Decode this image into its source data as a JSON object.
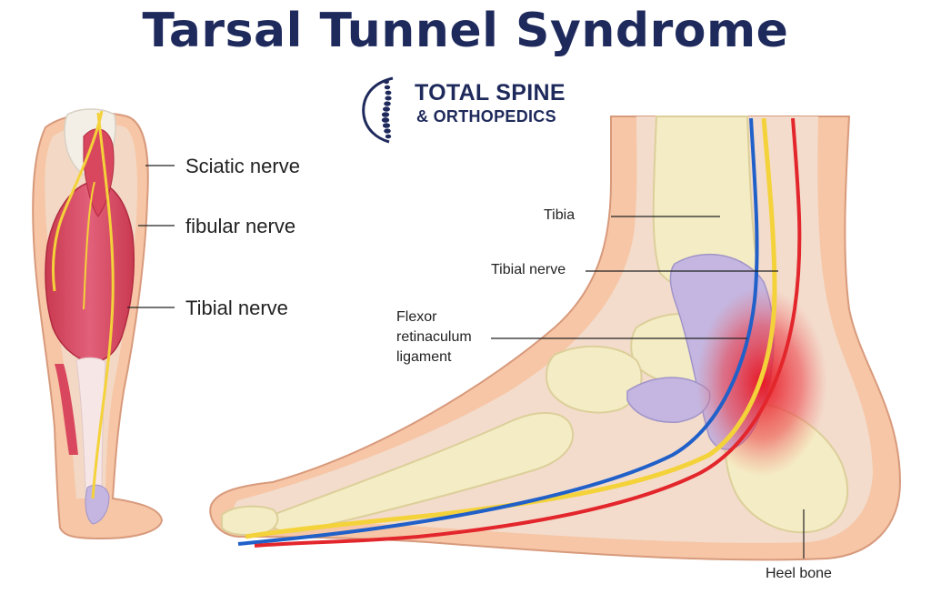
{
  "title": "Tarsal Tunnel Syndrome",
  "logo": {
    "line1": "TOTAL SPINE",
    "line2": "& ORTHOPEDICS",
    "icon": "spine-icon"
  },
  "leg_labels": {
    "sciatic": "Sciatic nerve",
    "fibular": "fibular nerve",
    "tibial": "Tibial nerve"
  },
  "foot_labels": {
    "tibia": "Tibia",
    "tibial_nerve": "Tibial nerve",
    "flexor": [
      "Flexor",
      "retinaculum",
      "ligament"
    ],
    "heel": "Heel bone"
  },
  "colors": {
    "title": "#1f2a5c",
    "skin": "#f6c6a6",
    "muscle": "#d9475e",
    "bone": "#f4ecc4",
    "nerve": "#f4d23a",
    "artery": "#e3262c",
    "vein": "#2060c8",
    "ligament": "#c4b6e0"
  }
}
